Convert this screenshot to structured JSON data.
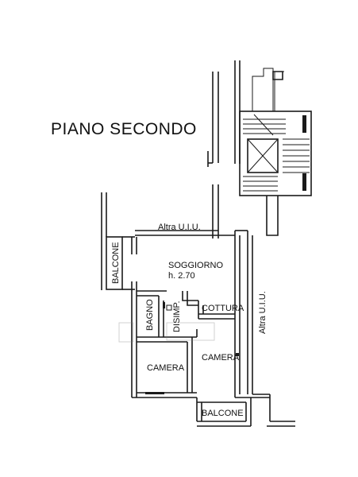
{
  "plan": {
    "title": "PIANO SECONDO",
    "rooms": {
      "soggiorno": "SOGGIORNO",
      "height": "h. 2.70",
      "cottura": "COTTURA",
      "bagno": "BAGNO",
      "disimp": "DISIMP.",
      "camera_left": "CAMERA",
      "camera_right": "CAMERA",
      "balcone_left": "BALCONE",
      "balcone_bottom": "BALCONE"
    },
    "neighbors": {
      "top": "Altra U.I.U.",
      "right": "Altra U.I.U."
    }
  }
}
